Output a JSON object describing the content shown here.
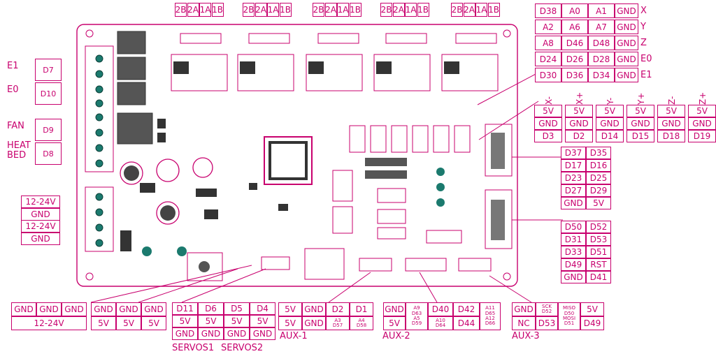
{
  "accent_color": "#c8006e",
  "axis_labels": [
    "X",
    "Y",
    "Z",
    "E0",
    "E1"
  ],
  "stepper_headers": [
    [
      "2B",
      "2A",
      "1A",
      "1B"
    ],
    [
      "2B",
      "2A",
      "1A",
      "1B"
    ],
    [
      "2B",
      "2A",
      "1A",
      "1B"
    ],
    [
      "2B",
      "2A",
      "1A",
      "1B"
    ],
    [
      "2B",
      "2A",
      "1A",
      "1B"
    ]
  ],
  "stepper_pins": [
    [
      "D38",
      "A0",
      "A1",
      "GND"
    ],
    [
      "A2",
      "A6",
      "A7",
      "GND"
    ],
    [
      "A8",
      "D46",
      "D48",
      "GND"
    ],
    [
      "D24",
      "D26",
      "D28",
      "GND"
    ],
    [
      "D30",
      "D36",
      "D34",
      "GND"
    ]
  ],
  "endstops": [
    {
      "name": "X-",
      "pins": [
        "5V",
        "GND",
        "D3"
      ]
    },
    {
      "name": "X+",
      "pins": [
        "5V",
        "GND",
        "D2"
      ]
    },
    {
      "name": "Y-",
      "pins": [
        "5V",
        "GND",
        "D14"
      ]
    },
    {
      "name": "Y+",
      "pins": [
        "5V",
        "GND",
        "D15"
      ]
    },
    {
      "name": "Z-",
      "pins": [
        "5V",
        "GND",
        "D18"
      ]
    },
    {
      "name": "Z+",
      "pins": [
        "5V",
        "GND",
        "D19"
      ]
    }
  ],
  "exp1": [
    [
      "D37",
      "D35"
    ],
    [
      "D17",
      "D16"
    ],
    [
      "D23",
      "D25"
    ],
    [
      "D27",
      "D29"
    ],
    [
      "GND",
      "5V"
    ]
  ],
  "exp2": [
    [
      "D50",
      "D52"
    ],
    [
      "D31",
      "D53"
    ],
    [
      "D33",
      "D51"
    ],
    [
      "D49",
      "RST"
    ],
    [
      "GND",
      "D41"
    ]
  ],
  "mosfets": [
    {
      "label": "E1",
      "pin": "D7"
    },
    {
      "label": "E0",
      "pin": "D10"
    },
    {
      "label": "FAN",
      "pin": "D9"
    },
    {
      "label": "HEAT\nBED",
      "pin": "D8"
    }
  ],
  "power_in": [
    "12-24V",
    "GND",
    "12-24V",
    "GND"
  ],
  "power_out": {
    "gnd": [
      "GND",
      "GND",
      "GND"
    ],
    "voltage": "12-24V"
  },
  "servo_power": {
    "gnd": [
      "GND",
      "GND",
      "GND"
    ],
    "v5": [
      "5V",
      "5V",
      "5V"
    ]
  },
  "servos": {
    "rows": [
      [
        "D11",
        "D6",
        "D5",
        "D4"
      ],
      [
        "5V",
        "5V",
        "5V",
        "5V"
      ],
      [
        "GND",
        "GND",
        "GND",
        "GND"
      ]
    ],
    "label1": "SERVOS1",
    "label2": "SERVOS2"
  },
  "aux1": {
    "rows": [
      [
        "5V",
        "GND",
        "D2",
        "D1"
      ],
      [
        "5V",
        "GND",
        "A3\nD57",
        "A4\nD58"
      ]
    ],
    "label": "AUX-1"
  },
  "aux2": {
    "cells": [
      [
        "GND",
        "A9\nD63\nA5\nD59",
        "D40",
        "D42",
        "A11\nD65\nA12\nD66"
      ],
      [
        "5V",
        "A10\nD64",
        "D44"
      ]
    ],
    "label": "AUX-2"
  },
  "aux3": {
    "cells": [
      "GND",
      "NC",
      "SCK\nD52",
      "D53",
      "MISO\nD50\nMOSI\nD51",
      "5V",
      "D49"
    ],
    "label": "AUX-3"
  }
}
